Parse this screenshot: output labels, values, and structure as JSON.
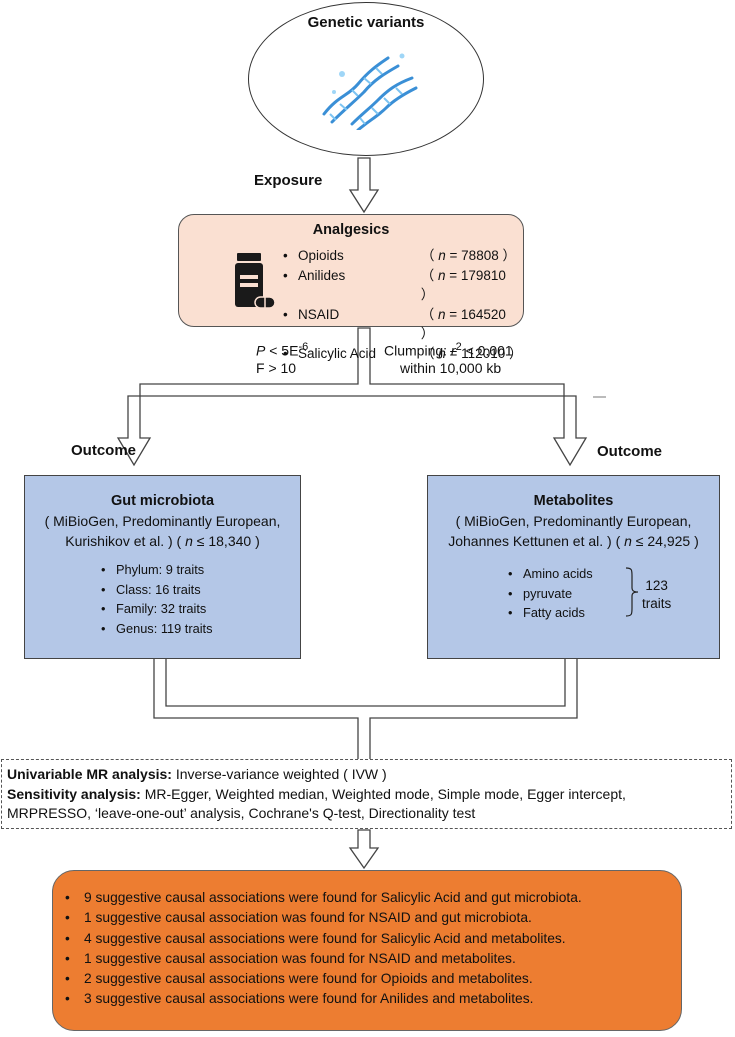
{
  "top": {
    "title": "Genetic variants",
    "icon": "dna-icon"
  },
  "exposure_label": "Exposure",
  "analgesics": {
    "title": "Analgesics",
    "icon": "medicine-bottle-icon",
    "drugs": [
      {
        "name": "Opioids",
        "n": "78808"
      },
      {
        "name": "Anilides",
        "n": "179810"
      },
      {
        "name": "NSAID",
        "n": "164520"
      },
      {
        "name": "Salicylic Acid",
        "n": "112010"
      }
    ]
  },
  "criteria": {
    "p_label": "P",
    "p_relation": " < 5E",
    "p_exponent": "-6",
    "f_text": "F > 10",
    "clump_prefix": "Clumping: ",
    "clump_r": "r",
    "clump_exponent": "2",
    "clump_suffix": " <  0.001",
    "clump_window": "within 10,000 kb"
  },
  "outcome_left_label": "Outcome",
  "outcome_right_label": "Outcome",
  "gut": {
    "title": "Gut microbiota",
    "line1": "( MiBioGen, Predominantly European,",
    "line2_prefix": "Kurishikov et al. ) ( ",
    "line2_suffix": " ≤ 18,340 )",
    "traits": [
      "Phylum: 9 traits",
      "Class: 16 traits",
      "Family: 32 traits",
      "Genus: 119 traits"
    ]
  },
  "metab": {
    "title": "Metabolites",
    "line1": "( MiBioGen, Predominantly European,",
    "line2_prefix": "Johannes Kettunen et al. ) ( ",
    "line2_suffix": " ≤ 24,925 )",
    "traits": [
      "Amino acids",
      "pyruvate",
      "Fatty acids"
    ],
    "count": "123",
    "count_unit": "traits"
  },
  "analysis": {
    "uni_label": "Univariable MR analysis:",
    "uni_text": " Inverse-variance weighted ( IVW )",
    "sens_label": "Sensitivity analysis:",
    "sens_text": " MR-Egger, Weighted median, Weighted mode, Simple mode, Egger intercept,",
    "sens_text2": "MRPRESSO, ‘leave-one-out’ analysis, Cochrane's Q-test, Directionality test"
  },
  "results": [
    "9 suggestive causal associations were found for Salicylic Acid and gut microbiota.",
    "1 suggestive causal association was found for NSAID and gut microbiota.",
    "4 suggestive causal associations were found for Salicylic Acid and metabolites.",
    "1 suggestive causal association was found for NSAID and metabolites.",
    "2 suggestive causal associations were found for Opioids and metabolites.",
    "3 suggestive causal associations were found for Anilides and metabolites."
  ],
  "n_symbol": "n",
  "n_eq": " = ",
  "colors": {
    "analgesics_fill": "#fae0d2",
    "box_fill": "#b4c7e7",
    "result_fill": "#ed7d31"
  }
}
